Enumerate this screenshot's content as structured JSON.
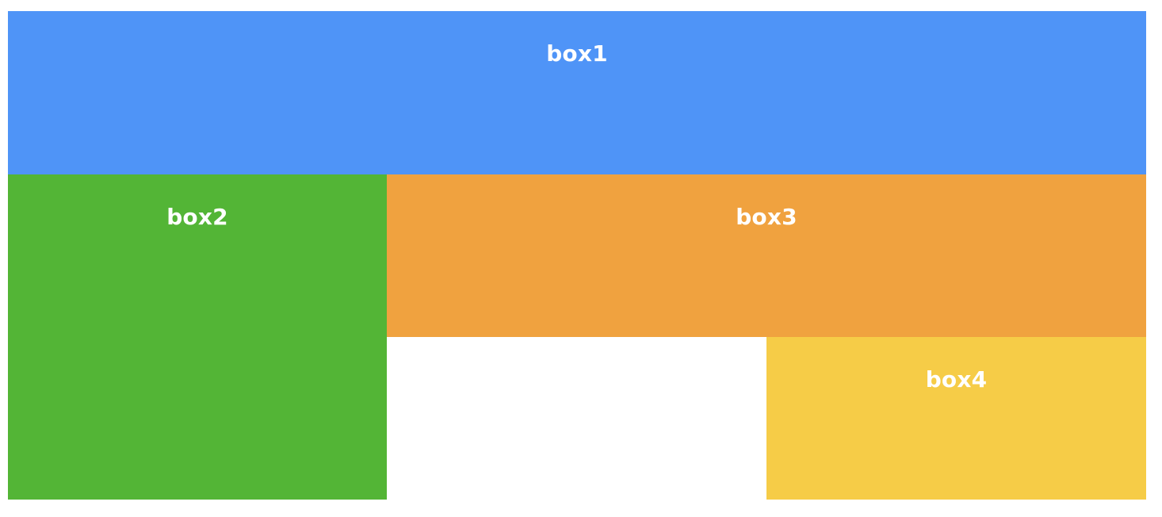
{
  "boxes": [
    {
      "id": "box1",
      "label": "box1",
      "color": "#4f94f7"
    },
    {
      "id": "box2",
      "label": "box2",
      "color": "#53b536"
    },
    {
      "id": "box3",
      "label": "box3",
      "color": "#f0a23f"
    },
    {
      "id": "box4",
      "label": "box4",
      "color": "#f6cc47"
    }
  ]
}
